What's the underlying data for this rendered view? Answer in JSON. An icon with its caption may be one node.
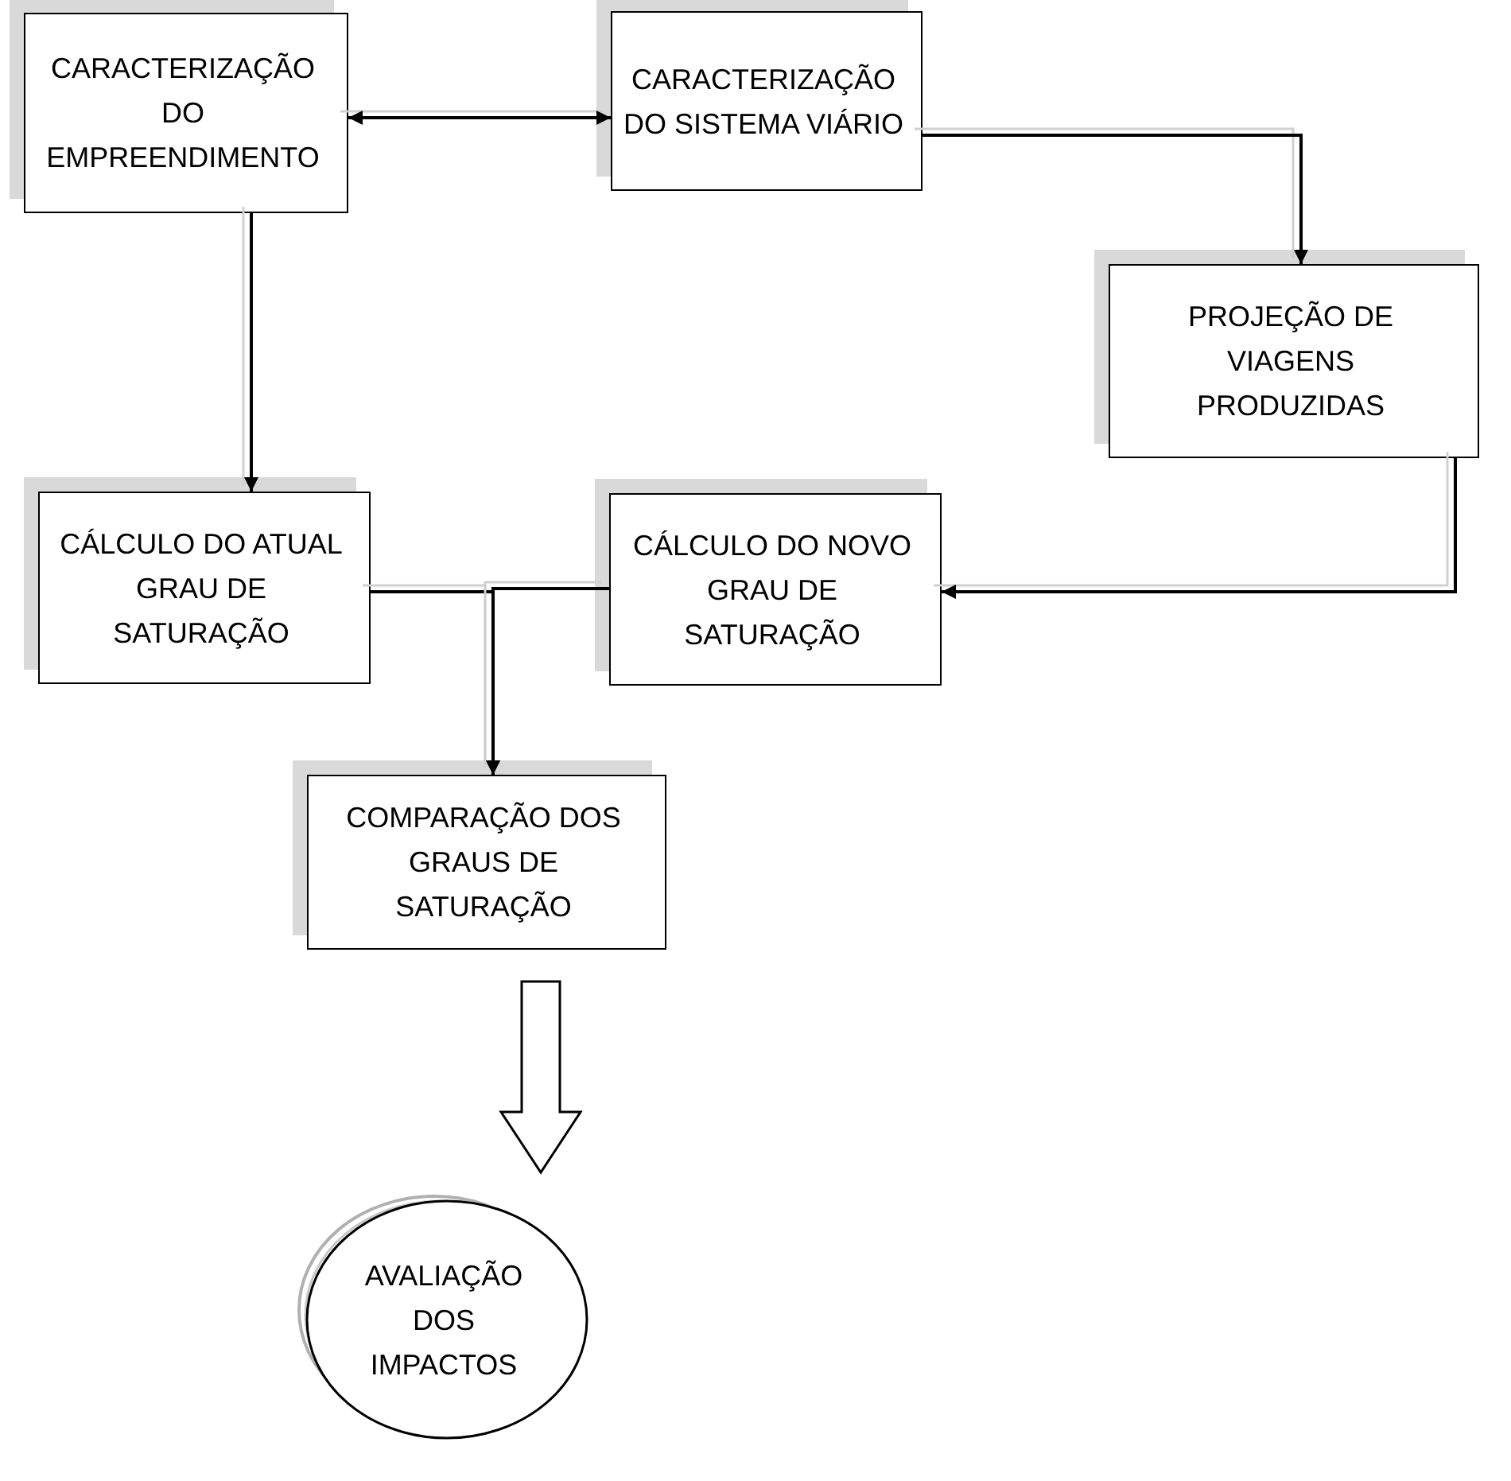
{
  "diagram": {
    "nodes": [
      {
        "text": [
          "CARACTERIZAÇÃO DO EMPREENDIMENTO"
        ]
      },
      {
        "text": [
          "CARACTERIZAÇÃO DO SISTEMA VIÁRIO"
        ]
      },
      {
        "text": [
          "PROJEÇÃO DE VIAGENS PRODUZIDAS"
        ]
      },
      {
        "text": [
          "CÁLCULO DO ATUAL GRAU DE SATURAÇÃO"
        ]
      },
      {
        "text": [
          "CÁLCULO DO NOVO GRAU DE SATURAÇÃO"
        ]
      },
      {
        "text": [
          "COMPARAÇÃO DOS GRAUS DE SATURAÇÃO"
        ]
      },
      {
        "text": [
          "AVALIAÇÃO DOS IMPACTOS"
        ]
      }
    ],
    "edges": [
      {
        "from": 0,
        "to": 1,
        "arrow": "both"
      },
      {
        "from": 1,
        "to": 2,
        "arrow": "to"
      },
      {
        "from": 0,
        "to": 3,
        "arrow": "to"
      },
      {
        "from": 2,
        "to": 4,
        "arrow": "to"
      },
      {
        "from": 3,
        "to": 5,
        "arrow": "to"
      },
      {
        "from": 4,
        "to": 5,
        "arrow": "to"
      },
      {
        "from": 5,
        "to": 6,
        "arrow": "to",
        "style": "thick"
      }
    ]
  }
}
